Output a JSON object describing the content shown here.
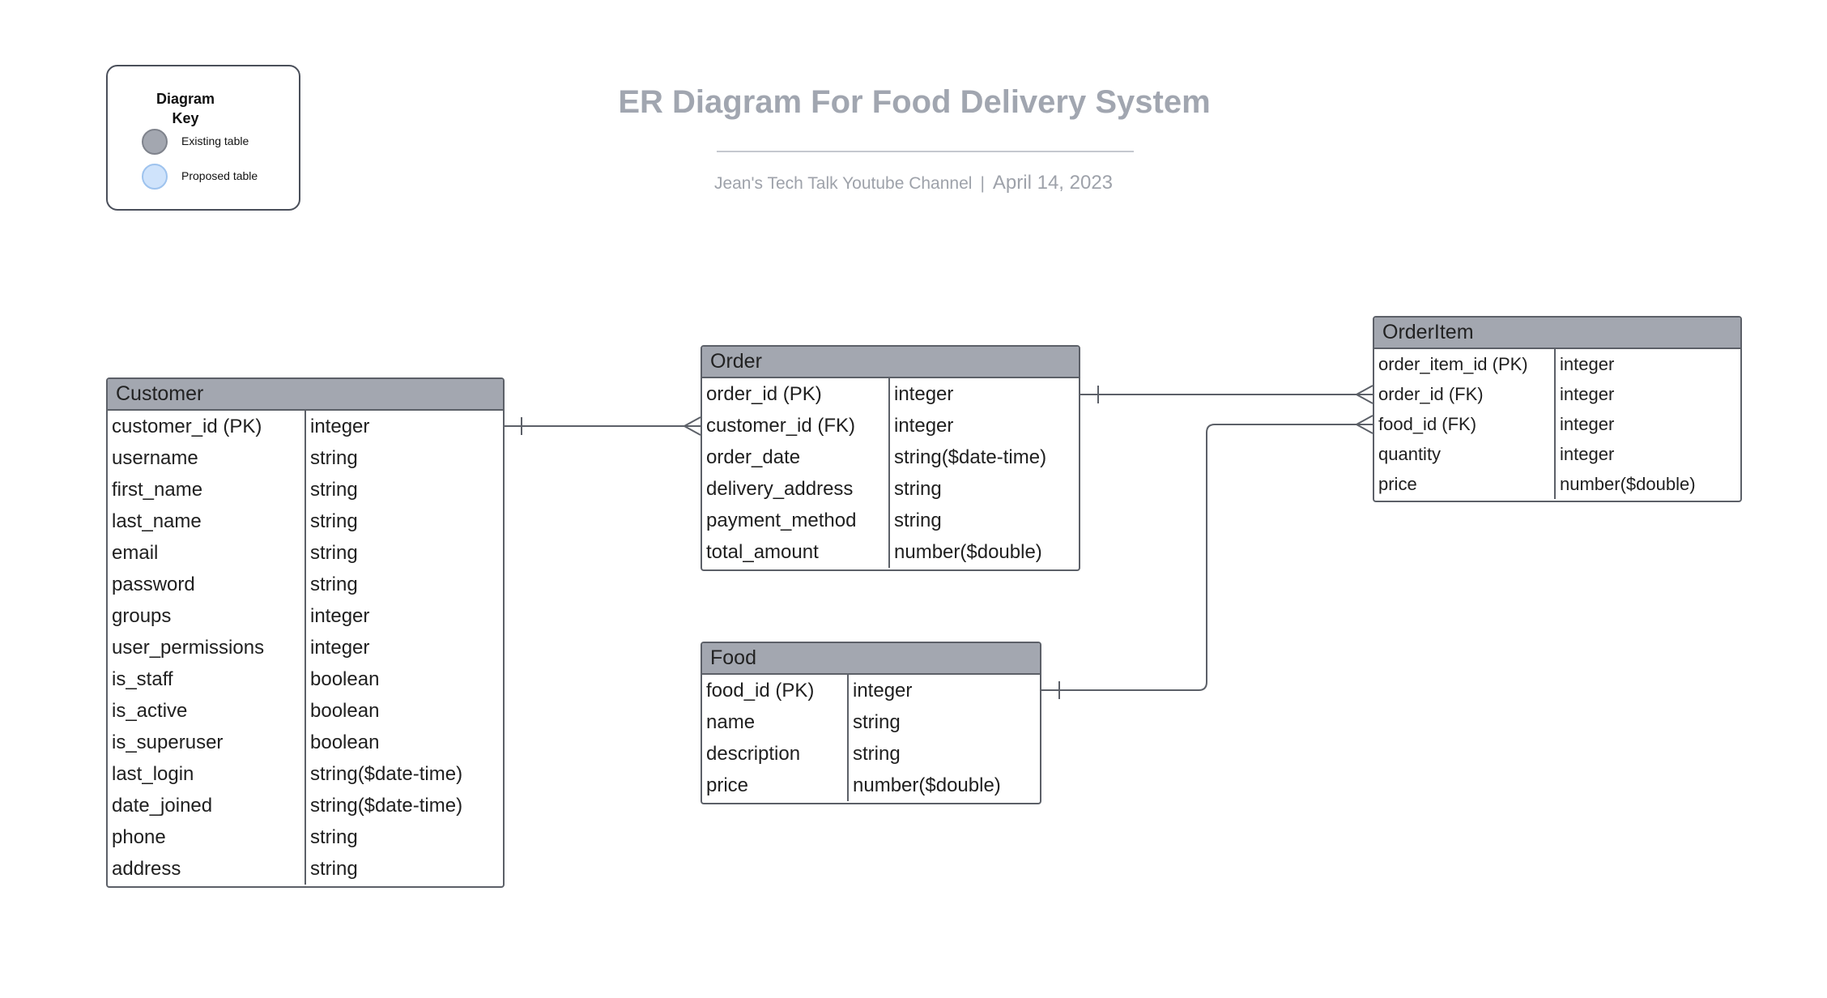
{
  "header": {
    "title": "ER Diagram For Food Delivery System",
    "channel": "Jean's Tech Talk Youtube Channel",
    "separator": "|",
    "date": "April 14, 2023"
  },
  "legend": {
    "title": "Diagram Key",
    "items": [
      {
        "label": "Existing table",
        "color": "#a3a7b0"
      },
      {
        "label": "Proposed table",
        "color": "#cfe3fb"
      }
    ]
  },
  "entities": {
    "customer": {
      "name": "Customer",
      "rows": [
        {
          "field": "customer_id (PK)",
          "type": "integer"
        },
        {
          "field": "username",
          "type": "string"
        },
        {
          "field": "first_name",
          "type": "string"
        },
        {
          "field": "last_name",
          "type": "string"
        },
        {
          "field": "email",
          "type": "string"
        },
        {
          "field": "password",
          "type": "string"
        },
        {
          "field": "groups",
          "type": "integer"
        },
        {
          "field": "user_permissions",
          "type": "integer"
        },
        {
          "field": "is_staff",
          "type": "boolean"
        },
        {
          "field": "is_active",
          "type": "boolean"
        },
        {
          "field": "is_superuser",
          "type": "boolean"
        },
        {
          "field": "last_login",
          "type": "string($date-time)"
        },
        {
          "field": "date_joined",
          "type": "string($date-time)"
        },
        {
          "field": "phone",
          "type": "string"
        },
        {
          "field": "address",
          "type": "string"
        }
      ]
    },
    "order": {
      "name": "Order",
      "rows": [
        {
          "field": "order_id (PK)",
          "type": "integer"
        },
        {
          "field": "customer_id (FK)",
          "type": "integer"
        },
        {
          "field": "order_date",
          "type": "string($date-time)"
        },
        {
          "field": "delivery_address",
          "type": "string"
        },
        {
          "field": "payment_method",
          "type": "string"
        },
        {
          "field": "total_amount",
          "type": "number($double)"
        }
      ]
    },
    "food": {
      "name": "Food",
      "rows": [
        {
          "field": "food_id (PK)",
          "type": "integer"
        },
        {
          "field": "name",
          "type": "string"
        },
        {
          "field": "description",
          "type": "string"
        },
        {
          "field": "price",
          "type": "number($double)"
        }
      ]
    },
    "orderitem": {
      "name": "OrderItem",
      "rows": [
        {
          "field": "order_item_id (PK)",
          "type": "integer"
        },
        {
          "field": "order_id (FK)",
          "type": "integer"
        },
        {
          "field": "food_id (FK)",
          "type": "integer"
        },
        {
          "field": "quantity",
          "type": "integer"
        },
        {
          "field": "price",
          "type": "number($double)"
        }
      ]
    }
  },
  "relationships": [
    {
      "from": "Customer.customer_id (PK)",
      "to": "Order.customer_id (FK)",
      "cardinality": "one-to-many"
    },
    {
      "from": "Order.order_id (PK)",
      "to": "OrderItem.order_id (FK)",
      "cardinality": "one-to-many"
    },
    {
      "from": "Food.food_id (PK)",
      "to": "OrderItem.food_id (FK)",
      "cardinality": "one-to-many"
    }
  ]
}
